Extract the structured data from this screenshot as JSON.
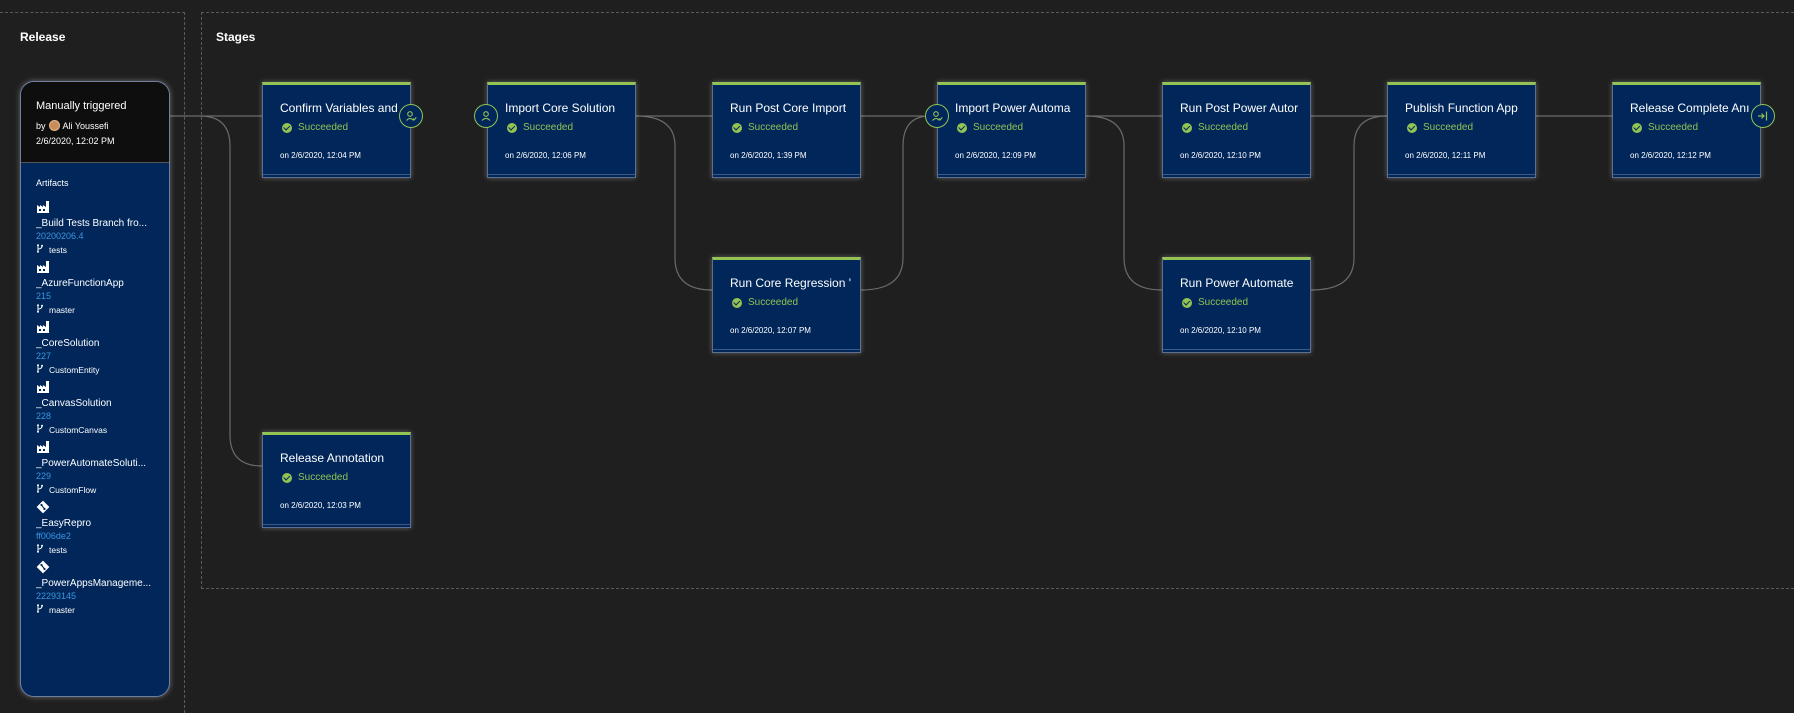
{
  "release": {
    "section_title": "Release",
    "trigger": "Manually triggered",
    "by_label": "by",
    "author": "Ali Youssefi",
    "date": "2/6/2020, 12:02 PM",
    "artifacts_title": "Artifacts",
    "artifacts": [
      {
        "name": "_Build Tests Branch fro...",
        "version": "20200206.4",
        "branch": "tests",
        "icon": "build-icon"
      },
      {
        "name": "_AzureFunctionApp",
        "version": "215",
        "branch": "master",
        "icon": "build-icon"
      },
      {
        "name": "_CoreSolution",
        "version": "227",
        "branch": "CustomEntity",
        "icon": "build-icon"
      },
      {
        "name": "_CanvasSolution",
        "version": "228",
        "branch": "CustomCanvas",
        "icon": "build-icon"
      },
      {
        "name": "_PowerAutomateSoluti...",
        "version": "229",
        "branch": "CustomFlow",
        "icon": "build-icon"
      },
      {
        "name": "_EasyRepro",
        "version": "ff006de2",
        "branch": "tests",
        "icon": "git-icon"
      },
      {
        "name": "_PowerAppsManageme...",
        "version": "22293145",
        "branch": "master",
        "icon": "git-icon"
      }
    ]
  },
  "stages": {
    "section_title": "Stages",
    "items": [
      {
        "name": "Confirm Variables and",
        "status": "Succeeded",
        "date": "on 2/6/2020, 12:04 PM"
      },
      {
        "name": "Import Core Solution",
        "status": "Succeeded",
        "date": "on 2/6/2020, 12:06 PM"
      },
      {
        "name": "Run Post Core Import",
        "status": "Succeeded",
        "date": "on 2/6/2020, 1:39 PM"
      },
      {
        "name": "Import Power Automa",
        "status": "Succeeded",
        "date": "on 2/6/2020, 12:09 PM"
      },
      {
        "name": "Run Post Power Autor",
        "status": "Succeeded",
        "date": "on 2/6/2020, 12:10 PM"
      },
      {
        "name": "Publish Function App",
        "status": "Succeeded",
        "date": "on 2/6/2020, 12:11 PM"
      },
      {
        "name": "Release Complete Anı",
        "status": "Succeeded",
        "date": "on 2/6/2020, 12:12 PM"
      },
      {
        "name": "Run Core Regression '",
        "status": "Succeeded",
        "date": "on 2/6/2020, 12:07 PM"
      },
      {
        "name": "Run Power Automate",
        "status": "Succeeded",
        "date": "on 2/6/2020, 12:10 PM"
      },
      {
        "name": "Release Annotation",
        "status": "Succeeded",
        "date": "on 2/6/2020, 12:03 PM"
      }
    ]
  },
  "colors": {
    "background": "#1f1f1f",
    "card": "#00265a",
    "success": "#92c353",
    "link": "#3a96dd"
  }
}
